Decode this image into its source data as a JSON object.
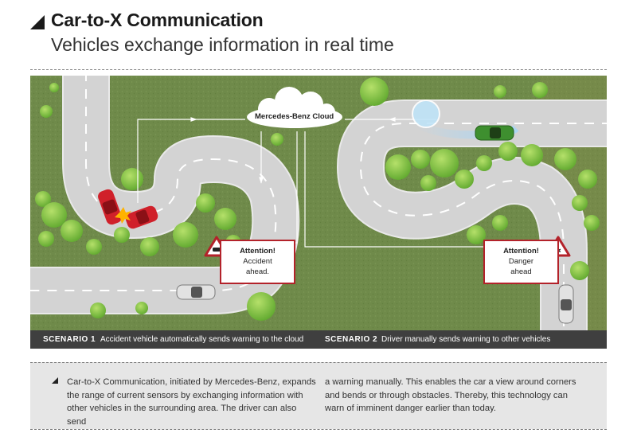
{
  "header": {
    "title": "Car-to-X Communication",
    "subtitle": "Vehicles exchange information in real time"
  },
  "illustration": {
    "cloud_label": "Mercedes-Benz Cloud",
    "callout_left": {
      "title": "Attention!",
      "line1": "Accident",
      "line2": "ahead."
    },
    "callout_right": {
      "title": "Attention!",
      "line1": "Danger",
      "line2": "ahead"
    },
    "colors": {
      "grass": "#6f8a4a",
      "road": "#d8d8d8",
      "tree": "#8bc34a",
      "alert": "#b3222a",
      "accident_car": "#d0202a",
      "green_car": "#3e8f2f"
    }
  },
  "scenarios": [
    {
      "label": "SCENARIO 1",
      "text": "Accident vehicle automatically sends warning to the cloud"
    },
    {
      "label": "SCENARIO 2",
      "text": "Driver manually sends warning to other vehicles"
    }
  ],
  "description": {
    "col1": "Car-to-X Communication, initiated by Mercedes-Benz, expands the range of current sensors by exchanging information with other vehicles in the surrounding area. The driver can also send",
    "col2": "a warning manually. This enables the car a view around corners and bends or through obstacles. Thereby, this technology can warn of imminent danger earlier than today."
  }
}
